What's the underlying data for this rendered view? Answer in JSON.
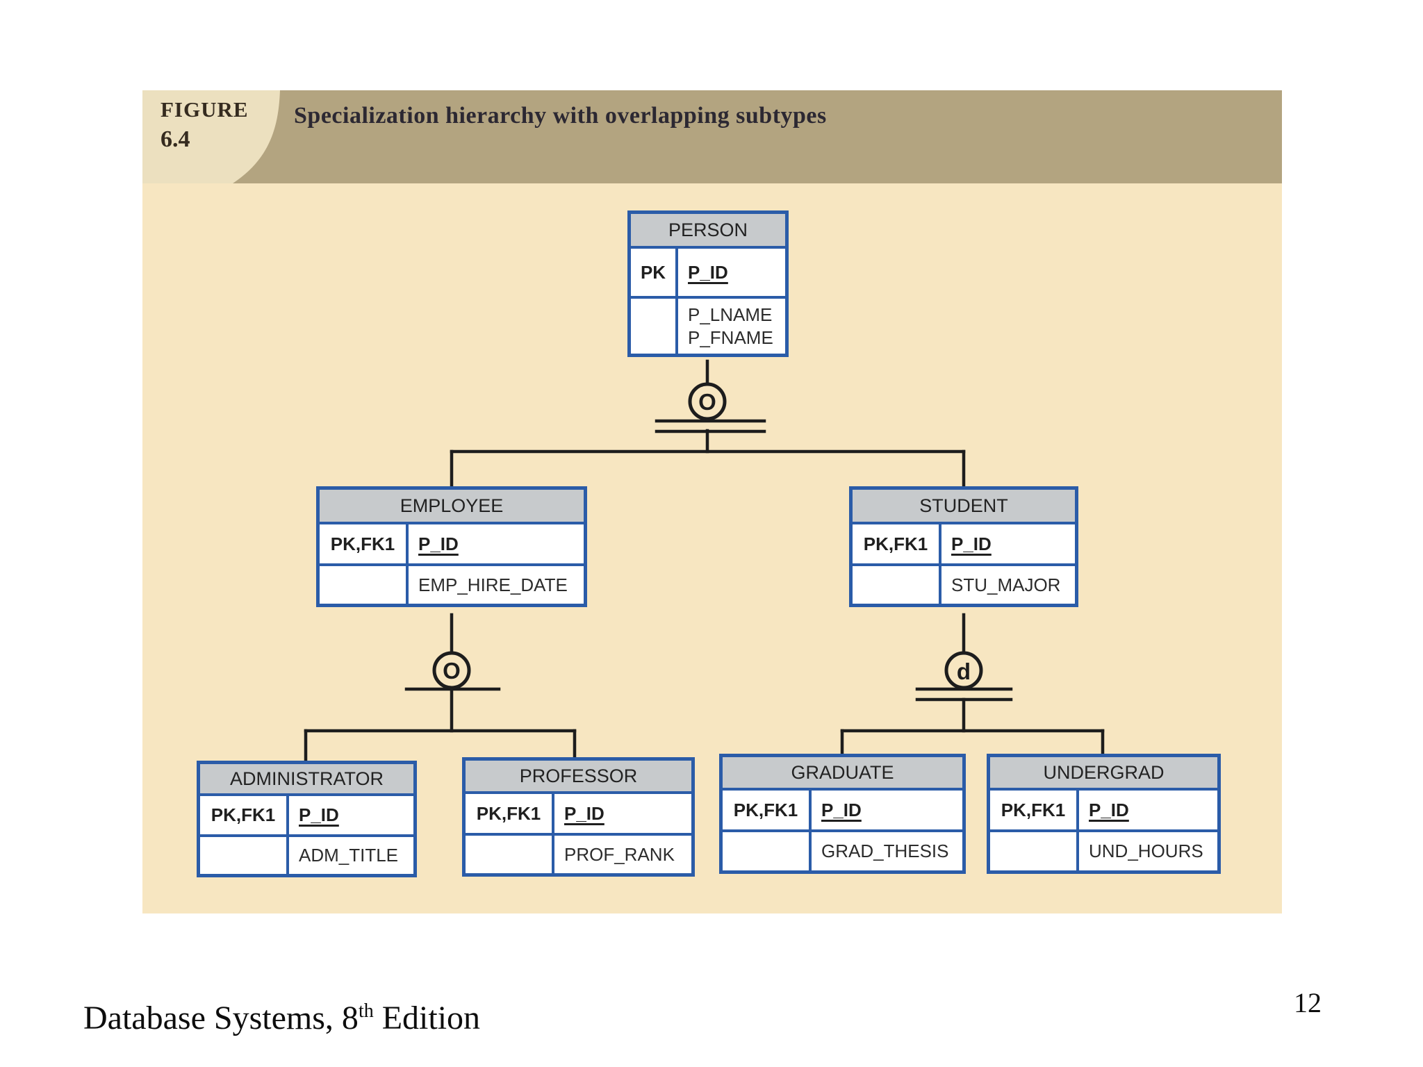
{
  "figure": {
    "label_word": "FIGURE",
    "label_number": "6.4",
    "title": "Specialization hierarchy with overlapping subtypes"
  },
  "diagram": {
    "tables": [
      {
        "name": "PERSON",
        "key_label": "PK",
        "pk_attr": "P_ID",
        "attrs": "P_LNAME\nP_FNAME"
      },
      {
        "name": "EMPLOYEE",
        "key_label": "PK,FK1",
        "pk_attr": "P_ID",
        "attrs": "EMP_HIRE_DATE"
      },
      {
        "name": "STUDENT",
        "key_label": "PK,FK1",
        "pk_attr": "P_ID",
        "attrs": "STU_MAJOR"
      },
      {
        "name": "ADMINISTRATOR",
        "key_label": "PK,FK1",
        "pk_attr": "P_ID",
        "attrs": "ADM_TITLE"
      },
      {
        "name": "PROFESSOR",
        "key_label": "PK,FK1",
        "pk_attr": "P_ID",
        "attrs": "PROF_RANK"
      },
      {
        "name": "GRADUATE",
        "key_label": "PK,FK1",
        "pk_attr": "P_ID",
        "attrs": "GRAD_THESIS"
      },
      {
        "name": "UNDERGRAD",
        "key_label": "PK,FK1",
        "pk_attr": "P_ID",
        "attrs": "UND_HOURS"
      }
    ],
    "symbols": [
      {
        "id": "person-specialization",
        "letter": "O"
      },
      {
        "id": "employee-specialization",
        "letter": "O"
      },
      {
        "id": "student-specialization",
        "letter": "d"
      }
    ]
  },
  "footer": {
    "book_title_prefix": "Database Systems, 8",
    "superscript": "th",
    "book_title_suffix": " Edition",
    "page_number": "12"
  },
  "colors": {
    "panel_background": "#f7e6c1",
    "header_bar": "#b3a480",
    "header_label_background": "#ece0bf",
    "table_border_blue": "#2b5ca8",
    "table_header_gray": "#c7cacc",
    "connector_line": "#1d1d1d"
  }
}
